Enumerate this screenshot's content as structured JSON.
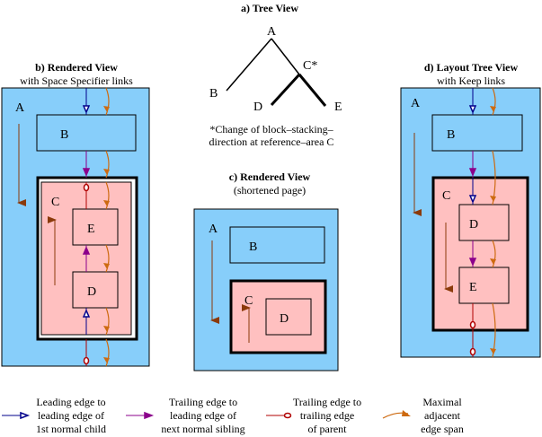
{
  "titles": {
    "a": "a) Tree View",
    "b": "b) Rendered View",
    "b_sub": "with Space Specifier links",
    "c": "c) Rendered View",
    "c_sub": "(shortened page)",
    "d": "d) Layout Tree View",
    "d_sub": "with Keep links"
  },
  "tree": {
    "nodes": {
      "A": "A",
      "B": "B",
      "C": "C*",
      "D": "D",
      "E": "E"
    },
    "note_line1": "*Change of block–stacking–",
    "note_line2": "direction at reference–area C"
  },
  "areas": {
    "A": "A",
    "B": "B",
    "C": "C",
    "D": "D",
    "E": "E"
  },
  "colors": {
    "page_area": "#87cefa",
    "ref_area": "#ffc0c0",
    "leading_to_leading": "#00008b",
    "trailing_to_leading": "#8b008b",
    "trailing_to_trailing": "#b00000",
    "edge_span": "#cd6a10",
    "stacking_direction": "#8b3a0a"
  },
  "legend": [
    {
      "lines": [
        "Leading edge to",
        "leading edge of",
        "1st normal child"
      ]
    },
    {
      "lines": [
        "Trailing edge to",
        "leading edge of",
        "next normal sibling"
      ]
    },
    {
      "lines": [
        "Trailing edge to",
        "trailing edge",
        "of parent"
      ]
    },
    {
      "lines": [
        "Maximal",
        "adjacent",
        "edge span"
      ]
    }
  ]
}
